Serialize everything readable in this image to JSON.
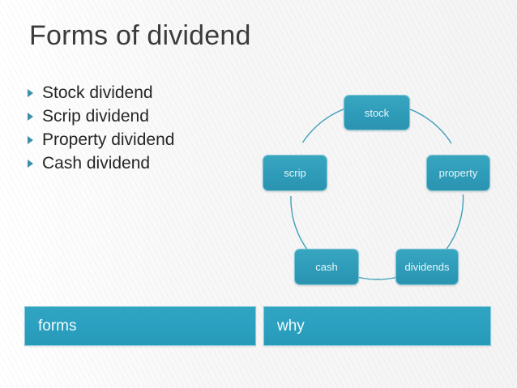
{
  "slide": {
    "title": "Forms of dividend",
    "background_color": "#fbfbfb",
    "accent_color": "#2e9cb9"
  },
  "bullets": [
    {
      "marker": "triangle-bullet-icon",
      "label": "Stock dividend"
    },
    {
      "marker": "triangle-bullet-icon",
      "label": "Scrip dividend"
    },
    {
      "marker": "triangle-bullet-icon",
      "label": "Property dividend"
    },
    {
      "marker": "triangle-bullet-icon",
      "label": "Cash dividend"
    }
  ],
  "cycle_diagram": {
    "shape": "circle",
    "node_color": "#2e9cb9",
    "connector_color": "#3f9fba",
    "nodes": [
      {
        "label": "stock",
        "position": "top"
      },
      {
        "label": "property",
        "position": "right"
      },
      {
        "label": "dividends",
        "position": "bottom-right"
      },
      {
        "label": "cash",
        "position": "bottom-left"
      },
      {
        "label": "scrip",
        "position": "left"
      }
    ]
  },
  "bottom_bars": [
    {
      "label": "forms",
      "color": "#2ba0c0"
    },
    {
      "label": "why",
      "color": "#2ba0c0"
    }
  ]
}
